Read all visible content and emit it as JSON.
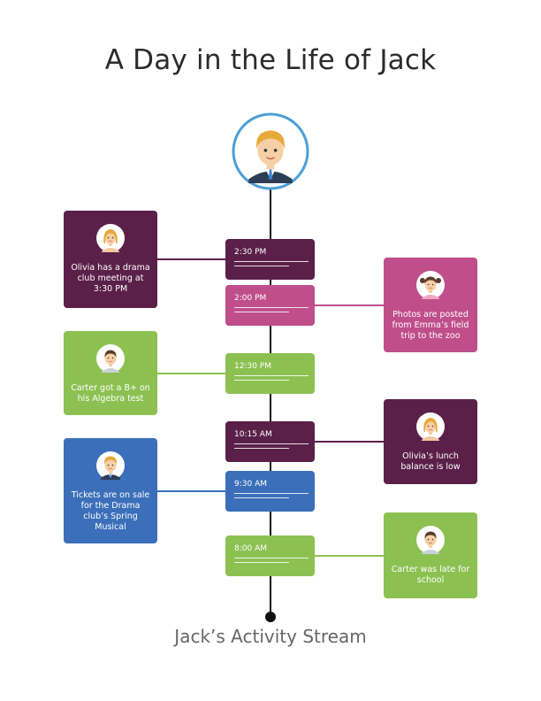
{
  "title": "A Day in the Life of Jack",
  "footer": "Jack’s Activity Stream",
  "colors": {
    "plum": "#5b2049",
    "pink": "#bf4e8b",
    "green": "#8cc152",
    "blue": "#3b6fba",
    "spine": "#111111",
    "main_avatar_ring": "#4d9fd6"
  },
  "main_avatar": {
    "icon": "man-avatar-icon"
  },
  "events": [
    {
      "time": "2:30 PM",
      "color": "plum",
      "side": "left",
      "icon": "girl-avatar-icon",
      "text": "Olivia has a drama club meeting at 3:30 PM"
    },
    {
      "time": "2:00 PM",
      "color": "pink",
      "side": "right",
      "icon": "girl-pigtails-avatar-icon",
      "text": "Photos are posted from Emma’s field trip to the zoo"
    },
    {
      "time": "12:30 PM",
      "color": "green",
      "side": "left",
      "icon": "boy-avatar-icon",
      "text": "Carter got a B+ on his Algebra test"
    },
    {
      "time": "10:15 AM",
      "color": "plum",
      "side": "right",
      "icon": "girl-avatar-icon",
      "text": "Olivia’s lunch balance is low"
    },
    {
      "time": "9:30 AM",
      "color": "blue",
      "side": "left",
      "icon": "man-avatar-icon",
      "text": "Tickets are on sale for the Drama club’s Spring Musical"
    },
    {
      "time": "8:00 AM",
      "color": "green",
      "side": "right",
      "icon": "boy-avatar-icon",
      "text": "Carter was late for school"
    }
  ]
}
